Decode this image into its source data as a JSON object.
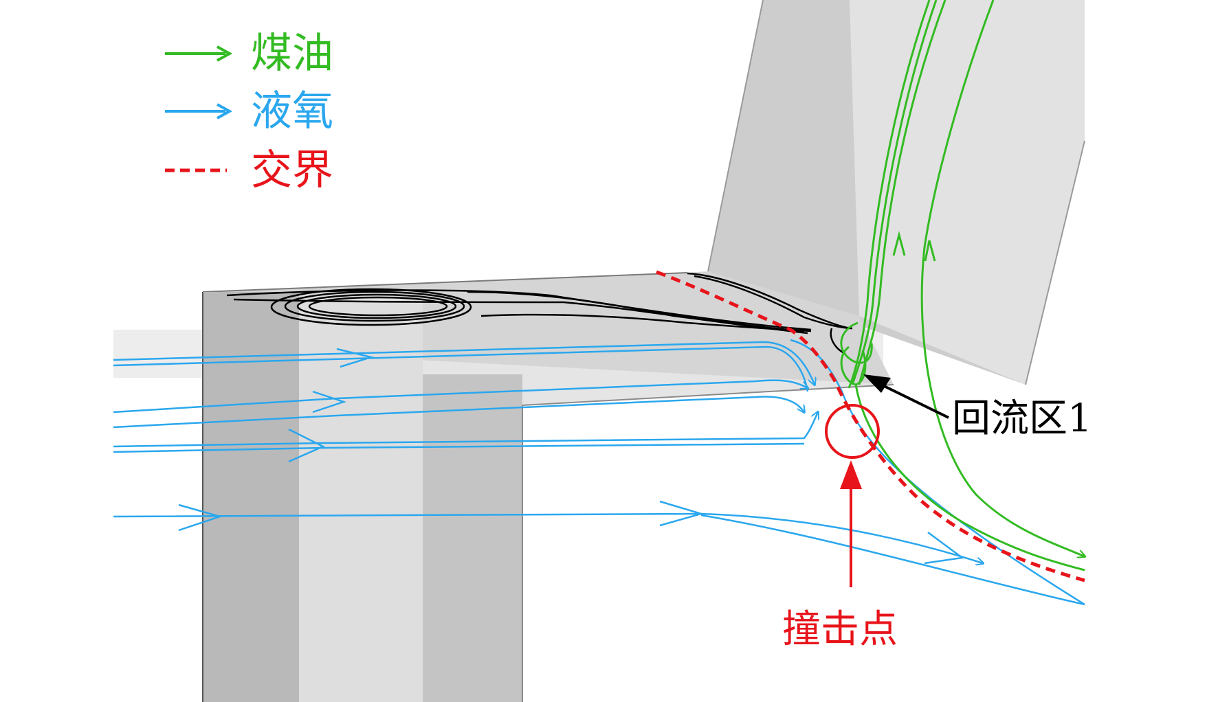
{
  "legend": {
    "items": [
      {
        "label": "煤油",
        "color": "#33bb22",
        "style": "arrow"
      },
      {
        "label": "液氧",
        "color": "#2aa7ee",
        "style": "arrow"
      },
      {
        "label": "交界",
        "color": "#e8141b",
        "style": "dashed"
      }
    ]
  },
  "annotations": {
    "recirculation": {
      "label": "回流区1",
      "color": "#000000"
    },
    "impact": {
      "label": "撞击点",
      "color": "#e8141b"
    }
  },
  "colors": {
    "kerosene": "#33bb22",
    "lox": "#2aa7ee",
    "interface": "#e8141b",
    "vortex": "#000000",
    "wall_light": "#e6e6e6",
    "wall_mid": "#c9c9c9",
    "wall_dark": "#ababab"
  }
}
